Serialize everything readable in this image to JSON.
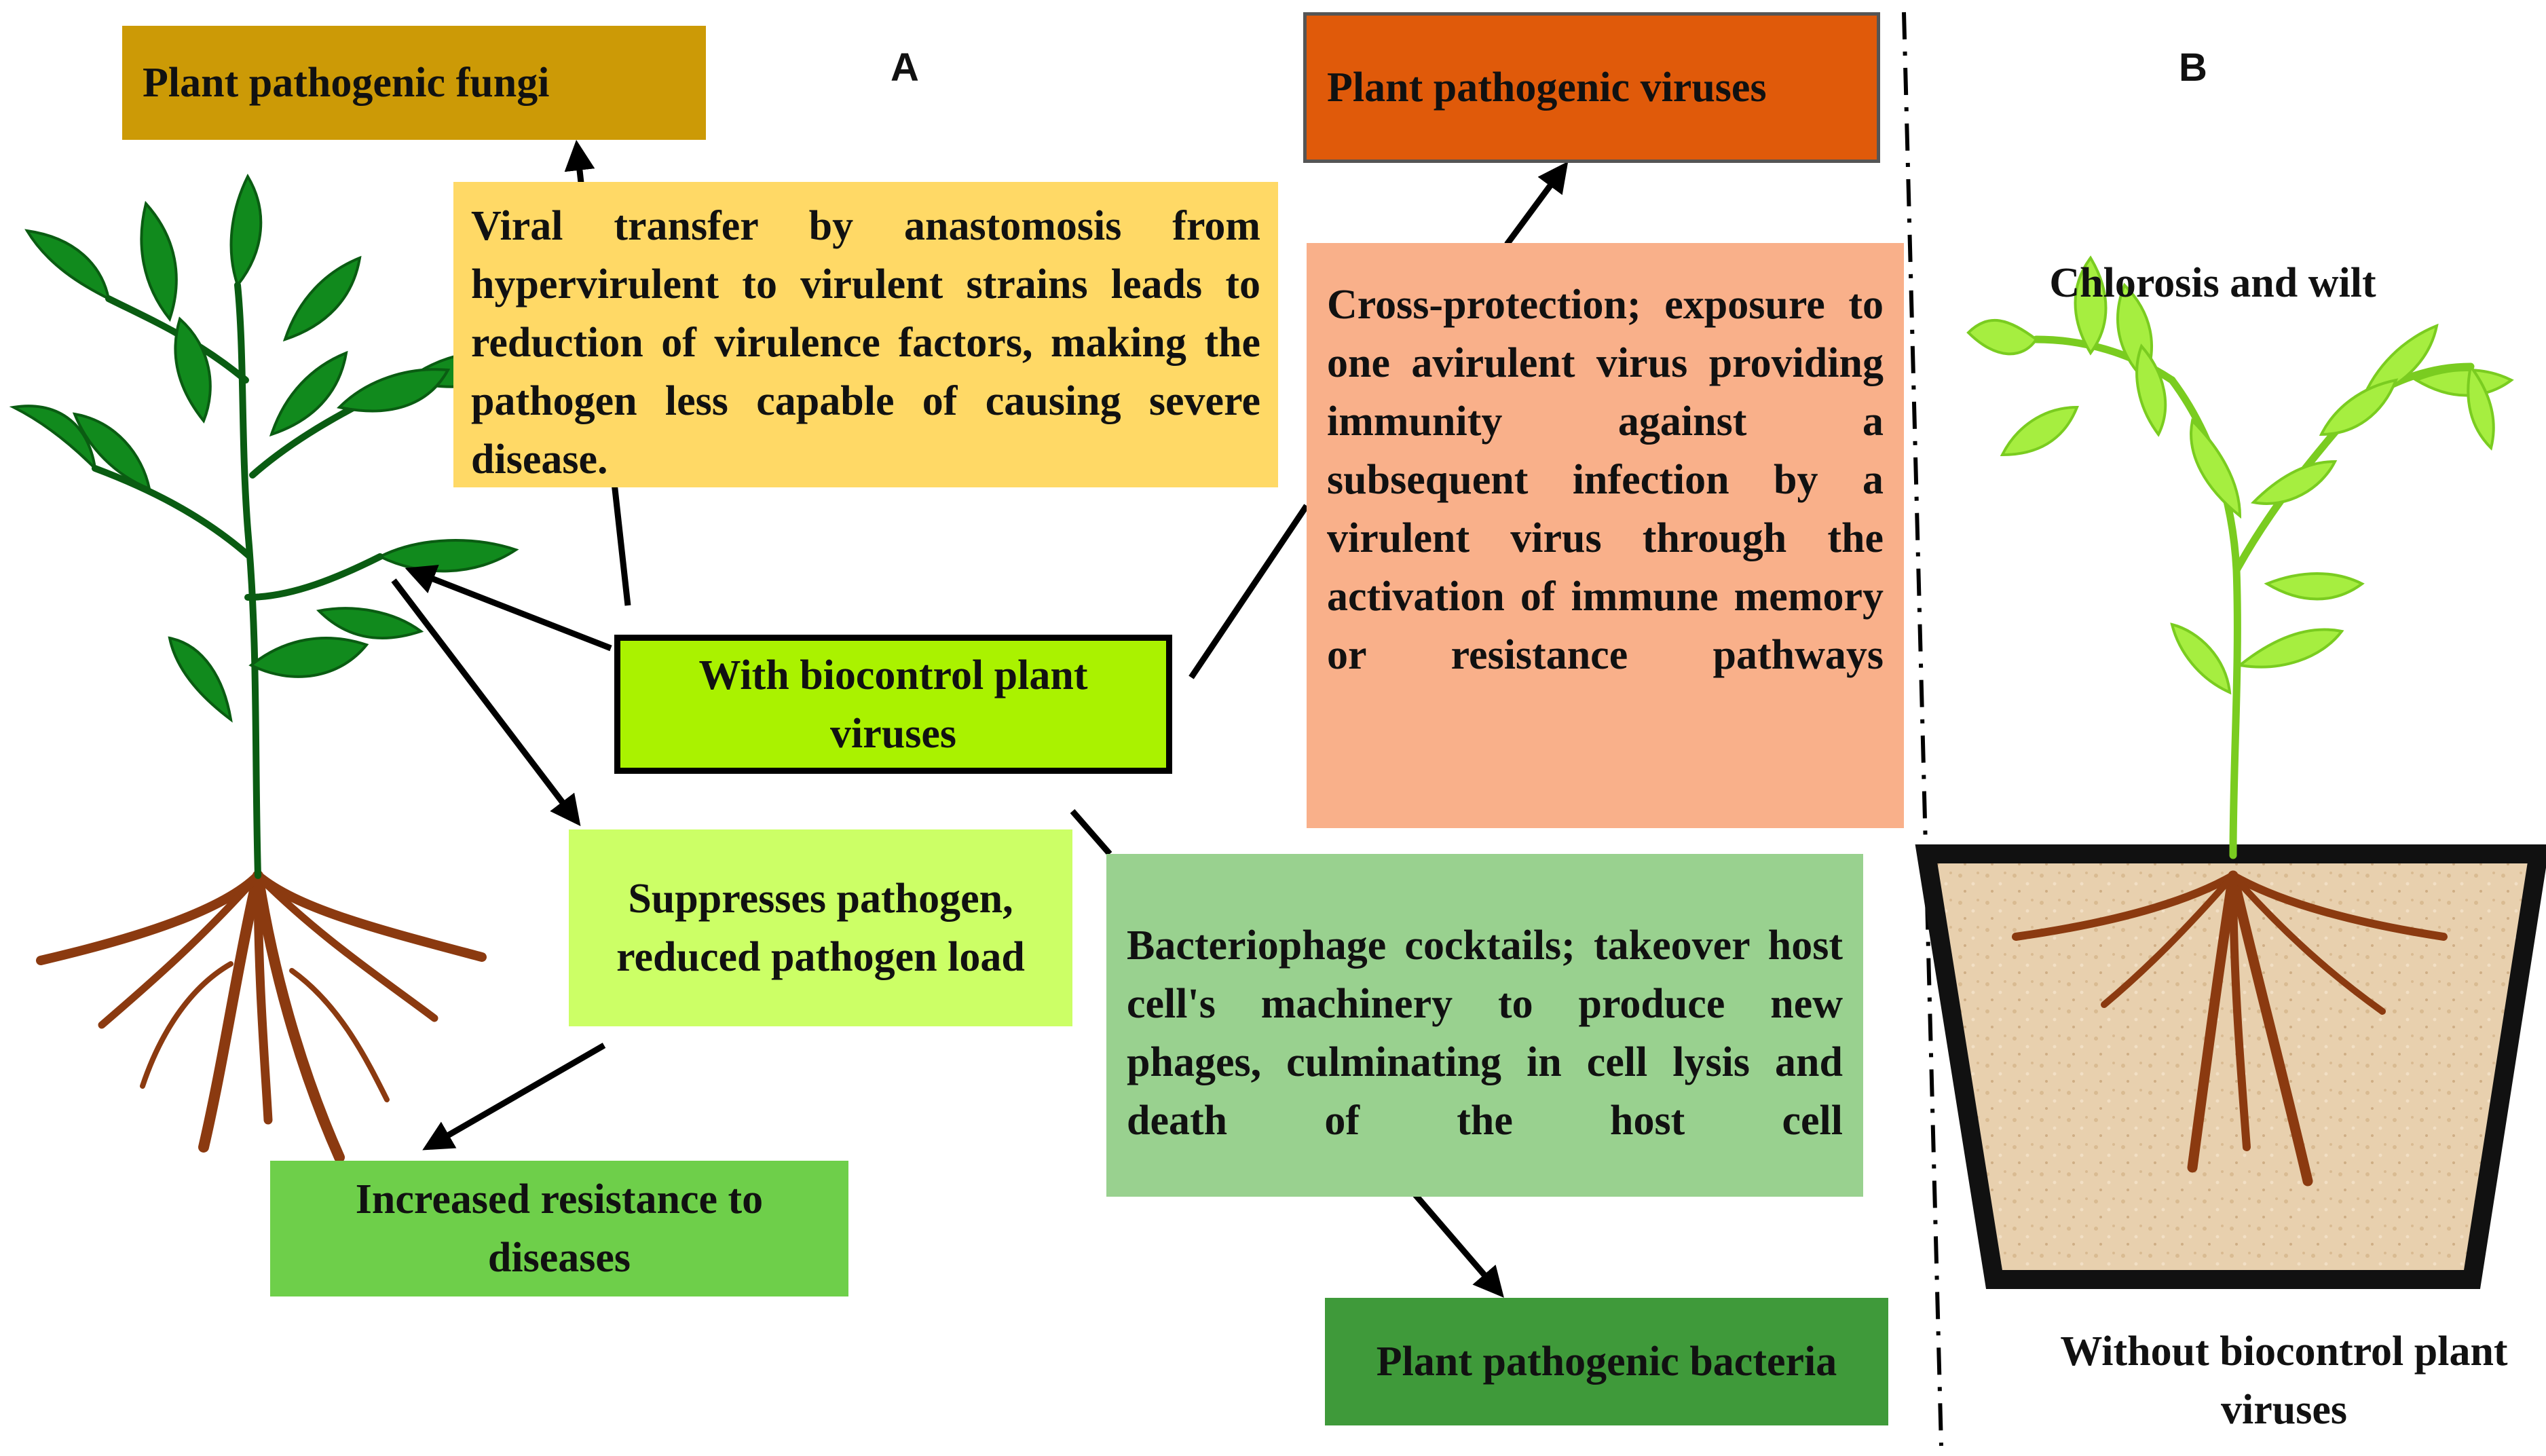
{
  "panels": {
    "a": "A",
    "b": "B"
  },
  "boxes": {
    "fungi": "Plant pathogenic fungi",
    "viruses": "Plant pathogenic viruses",
    "anastomosis": "Viral transfer by anastomosis from hypervirulent to virulent strains leads to reduction of virulence factors, making the pathogen less capable of causing severe disease.",
    "cross_protection": "Cross-protection; exposure to one avirulent virus providing immunity against a subsequent infection by a virulent virus through the activation of immune memory or resistance pathways",
    "center": "With biocontrol plant viruses",
    "suppresses": "Suppresses pathogen, reduced pathogen load",
    "bacteriophage": "Bacteriophage cocktails; takeover host cell's machinery to produce new phages, culminating in cell lysis and death of the host cell",
    "resistance": "Increased resistance to diseases",
    "bacteria": "Plant pathogenic bacteria"
  },
  "labels": {
    "chlorosis": "Chlorosis and wilt",
    "without": "Without biocontrol plant viruses"
  },
  "colors": {
    "fungi": "#cc9a06",
    "viruses": "#e05a0a",
    "anastomosis": "#ffd966",
    "cross_protection": "#f9b08a",
    "center": "#aaf200",
    "suppresses": "#ccff66",
    "bacteriophage": "#99d18f",
    "resistance": "#6ecf4a",
    "bacteria": "#3f9a3a",
    "healthy_leaf": "#118a1d",
    "wilted_leaf": "#a6ee40",
    "root": "#8b3a10",
    "soil": "#e8d0ae"
  },
  "icons": [
    "healthy-plant-icon",
    "wilted-potted-plant-icon",
    "arrow-icon"
  ]
}
